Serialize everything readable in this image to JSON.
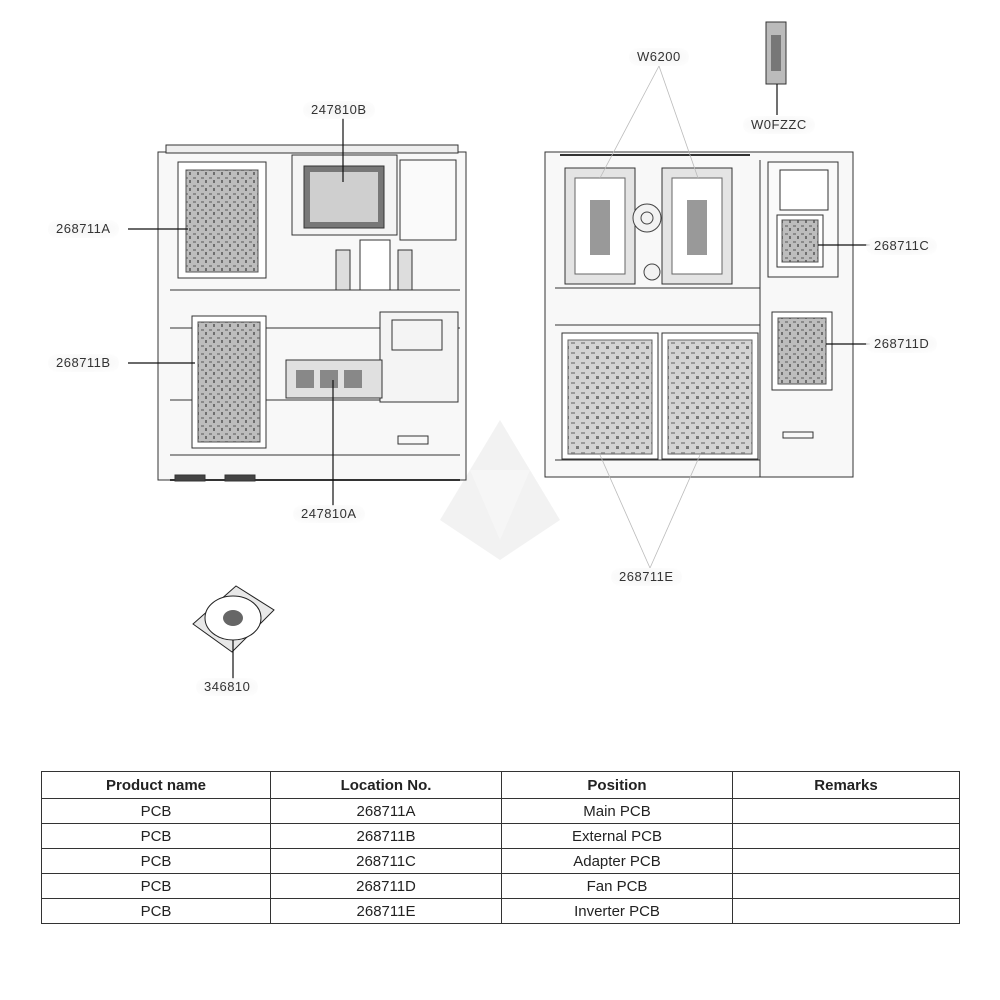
{
  "callouts": {
    "c247810B": "247810B",
    "c268711A": "268711A",
    "c268711B": "268711B",
    "c247810A": "247810A",
    "cW6200": "W6200",
    "cW0FZZC": "W0FZZC",
    "c268711C": "268711C",
    "c268711D": "268711D",
    "c268711E": "268711E",
    "c346810": "346810"
  },
  "table": {
    "headers": [
      "Product name",
      "Location No.",
      "Position",
      "Remarks"
    ],
    "rows": [
      [
        "PCB",
        "268711A",
        "Main PCB",
        ""
      ],
      [
        "PCB",
        "268711B",
        "External PCB",
        ""
      ],
      [
        "PCB",
        "268711C",
        "Adapter PCB",
        ""
      ],
      [
        "PCB",
        "268711D",
        "Fan PCB",
        ""
      ],
      [
        "PCB",
        "268711E",
        "Inverter PCB",
        ""
      ]
    ]
  }
}
